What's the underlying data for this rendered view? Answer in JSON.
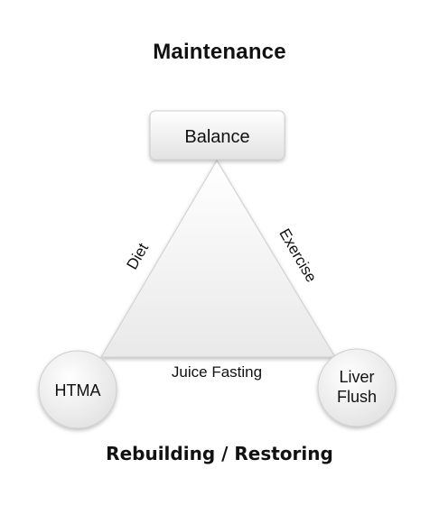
{
  "title": "Maintenance",
  "footer": "Rebuilding / Restoring",
  "nodes": {
    "top": "Balance",
    "bottom_left": "HTMA",
    "bottom_right_line1": "Liver",
    "bottom_right_line2": "Flush"
  },
  "edges": {
    "left": "Diet",
    "right": "Exercise",
    "bottom": "Juice Fasting"
  }
}
